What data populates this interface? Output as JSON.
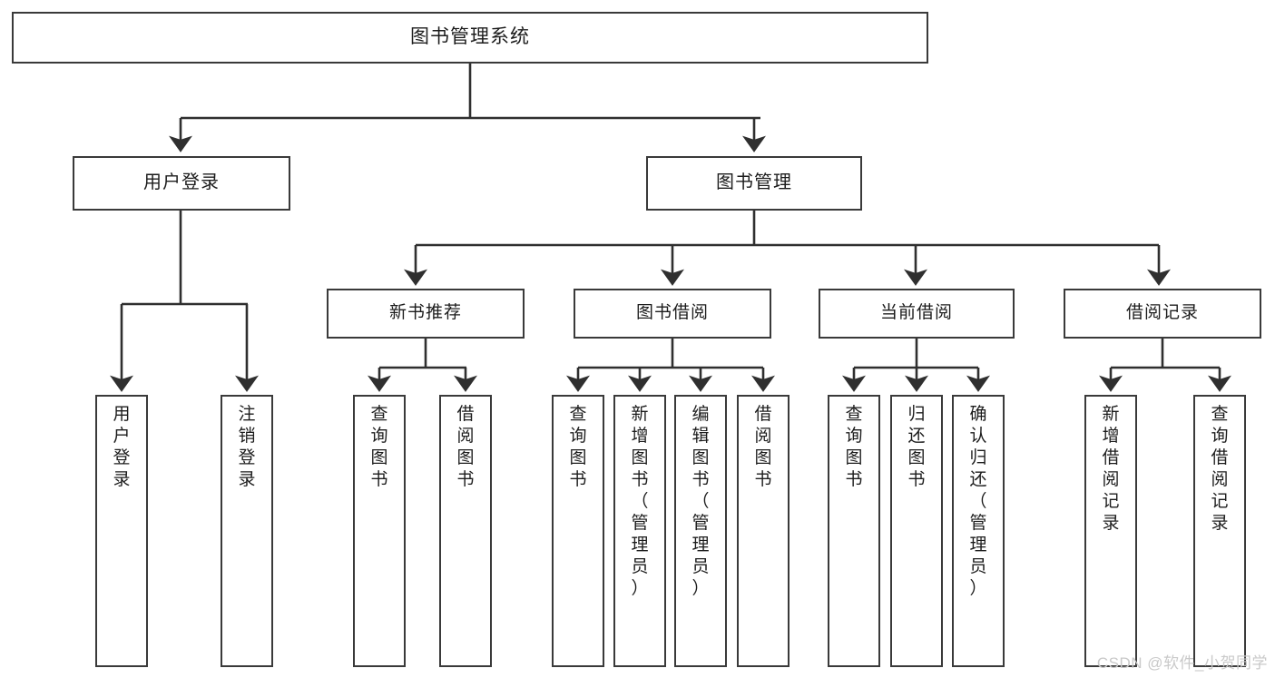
{
  "diagram": {
    "title_node": {
      "label": "图书管理系统"
    },
    "level1": [
      {
        "label": "用户登录"
      },
      {
        "label": "图书管理"
      }
    ],
    "level2": [
      {
        "label": "新书推荐"
      },
      {
        "label": "图书借阅"
      },
      {
        "label": "当前借阅"
      },
      {
        "label": "借阅记录"
      }
    ],
    "leaves": {
      "user_login": [
        {
          "label": "用\n户\n登\n录"
        },
        {
          "label": "注\n销\n登\n录"
        }
      ],
      "new_books": [
        {
          "label": "查\n询\n图\n书"
        },
        {
          "label": "借\n阅\n图\n书"
        }
      ],
      "book_borrow": [
        {
          "label": "查\n询\n图\n书"
        },
        {
          "label": "新\n增\n图\n书\n（\n管\n理\n员\n）"
        },
        {
          "label": "编\n辑\n图\n书\n（\n管\n理\n员\n）"
        },
        {
          "label": "借\n阅\n图\n书"
        }
      ],
      "current_borrow": [
        {
          "label": "查\n询\n图\n书"
        },
        {
          "label": "归\n还\n图\n书"
        },
        {
          "label": "确\n认\n归\n还\n（\n管\n理\n员\n）"
        }
      ],
      "borrow_record": [
        {
          "label": "新\n增\n借\n阅\n记\n录"
        },
        {
          "label": "查\n询\n借\n阅\n记\n录"
        }
      ]
    },
    "watermark": "CSDN @软件_小贺同学",
    "colors": {
      "stroke": "#3a3a3a",
      "background": "#ffffff",
      "text": "#1c1c1c",
      "watermark": "#c9c9c9"
    }
  }
}
